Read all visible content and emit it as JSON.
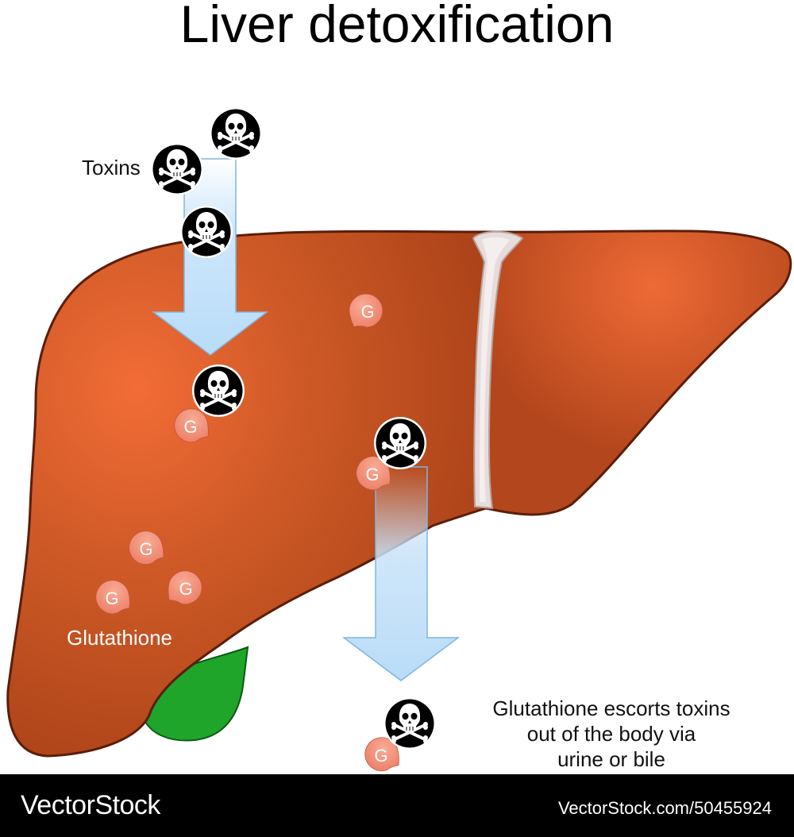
{
  "title": "Liver detoxification",
  "labels": {
    "toxins": "Toxins",
    "glutathione": "Glutathione",
    "escort_line1": "Glutathione escorts toxins",
    "escort_line2": "out of the body via",
    "escort_line3": "urine or bile"
  },
  "molecule_letter": "G",
  "colors": {
    "liver": "#b5491d",
    "liver_highlight": "#ef6a35",
    "liver_outline": "#5a1e0a",
    "gallbladder": "#1fa52a",
    "ligament": "#e6dcdc",
    "glutathione": "#f0917a",
    "arrow": "#cde6fb",
    "toxin_bg": "#000000"
  },
  "footer": {
    "brand": "VectorStock",
    "stock_id": "VectorStock.com/50455924"
  }
}
